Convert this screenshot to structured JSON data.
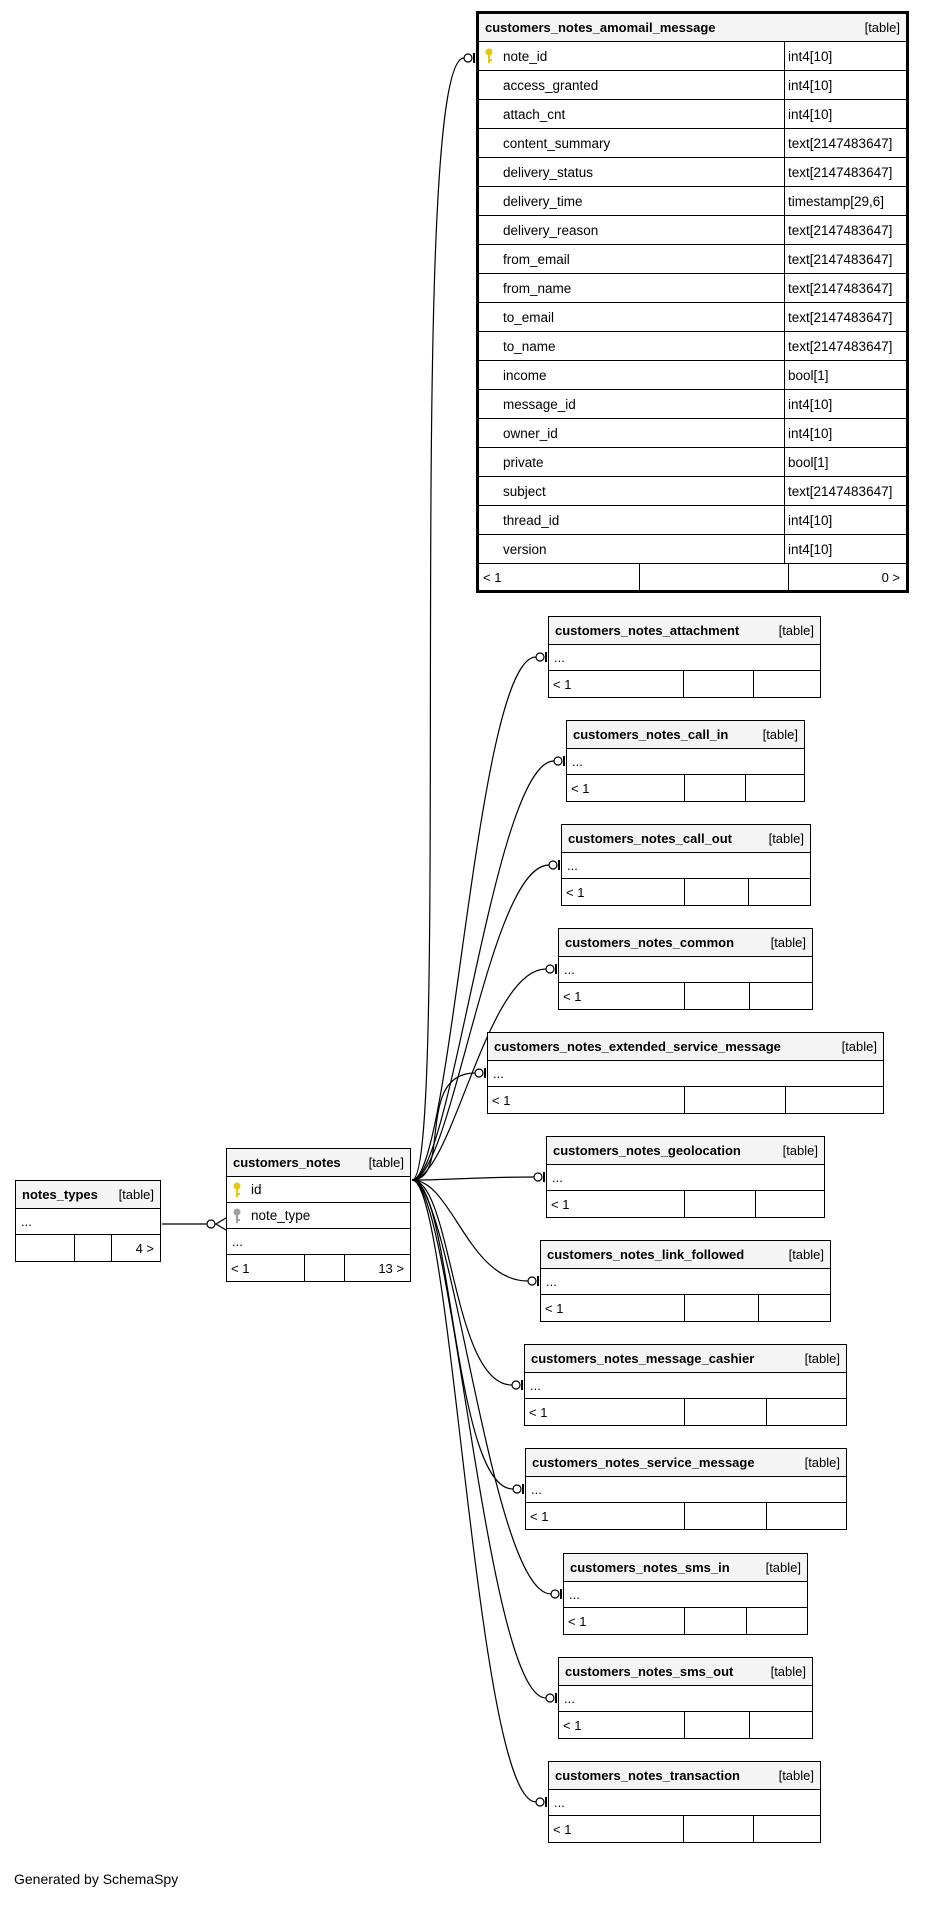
{
  "focus_table": {
    "name": "customers_notes_amomail_message",
    "type": "[table]",
    "columns": [
      {
        "name": "note_id",
        "type": "int4[10]",
        "key": "primary"
      },
      {
        "name": "access_granted",
        "type": "int4[10]",
        "key": ""
      },
      {
        "name": "attach_cnt",
        "type": "int4[10]",
        "key": ""
      },
      {
        "name": "content_summary",
        "type": "text[2147483647]",
        "key": ""
      },
      {
        "name": "delivery_status",
        "type": "text[2147483647]",
        "key": ""
      },
      {
        "name": "delivery_time",
        "type": "timestamp[29,6]",
        "key": ""
      },
      {
        "name": "delivery_reason",
        "type": "text[2147483647]",
        "key": ""
      },
      {
        "name": "from_email",
        "type": "text[2147483647]",
        "key": ""
      },
      {
        "name": "from_name",
        "type": "text[2147483647]",
        "key": ""
      },
      {
        "name": "to_email",
        "type": "text[2147483647]",
        "key": ""
      },
      {
        "name": "to_name",
        "type": "text[2147483647]",
        "key": ""
      },
      {
        "name": "income",
        "type": "bool[1]",
        "key": ""
      },
      {
        "name": "message_id",
        "type": "int4[10]",
        "key": ""
      },
      {
        "name": "owner_id",
        "type": "int4[10]",
        "key": ""
      },
      {
        "name": "private",
        "type": "bool[1]",
        "key": ""
      },
      {
        "name": "subject",
        "type": "text[2147483647]",
        "key": ""
      },
      {
        "name": "thread_id",
        "type": "int4[10]",
        "key": ""
      },
      {
        "name": "version",
        "type": "int4[10]",
        "key": ""
      }
    ],
    "footer": {
      "left": "< 1",
      "mid": "",
      "right": "0 >"
    }
  },
  "children": [
    {
      "name": "customers_notes_attachment",
      "type": "[table]",
      "ellipsis": "...",
      "left": "< 1"
    },
    {
      "name": "customers_notes_call_in",
      "type": "[table]",
      "ellipsis": "...",
      "left": "< 1"
    },
    {
      "name": "customers_notes_call_out",
      "type": "[table]",
      "ellipsis": "...",
      "left": "< 1"
    },
    {
      "name": "customers_notes_common",
      "type": "[table]",
      "ellipsis": "...",
      "left": "< 1"
    },
    {
      "name": "customers_notes_extended_service_message",
      "type": "[table]",
      "ellipsis": "...",
      "left": "< 1"
    },
    {
      "name": "customers_notes_geolocation",
      "type": "[table]",
      "ellipsis": "...",
      "left": "< 1"
    },
    {
      "name": "customers_notes_link_followed",
      "type": "[table]",
      "ellipsis": "...",
      "left": "< 1"
    },
    {
      "name": "customers_notes_message_cashier",
      "type": "[table]",
      "ellipsis": "...",
      "left": "< 1"
    },
    {
      "name": "customers_notes_service_message",
      "type": "[table]",
      "ellipsis": "...",
      "left": "< 1"
    },
    {
      "name": "customers_notes_sms_in",
      "type": "[table]",
      "ellipsis": "...",
      "left": "< 1"
    },
    {
      "name": "customers_notes_sms_out",
      "type": "[table]",
      "ellipsis": "...",
      "left": "< 1"
    },
    {
      "name": "customers_notes_transaction",
      "type": "[table]",
      "ellipsis": "...",
      "left": "< 1"
    }
  ],
  "customers_notes": {
    "name": "customers_notes",
    "type": "[table]",
    "columns": [
      {
        "name": "id",
        "key": "primary"
      },
      {
        "name": "note_type",
        "key": "foreign"
      }
    ],
    "ellipsis": "...",
    "footer": {
      "left": "< 1",
      "mid": "",
      "right": "13 >"
    }
  },
  "notes_types": {
    "name": "notes_types",
    "type": "[table]",
    "ellipsis": "...",
    "footer": {
      "left": "",
      "mid": "",
      "right": "4 >"
    }
  },
  "generated_by": "Generated by SchemaSpy",
  "colors": {
    "primary_key": "#e8c800",
    "foreign_key": "#a0a0a0",
    "header_bg": "#f4f4f4"
  }
}
